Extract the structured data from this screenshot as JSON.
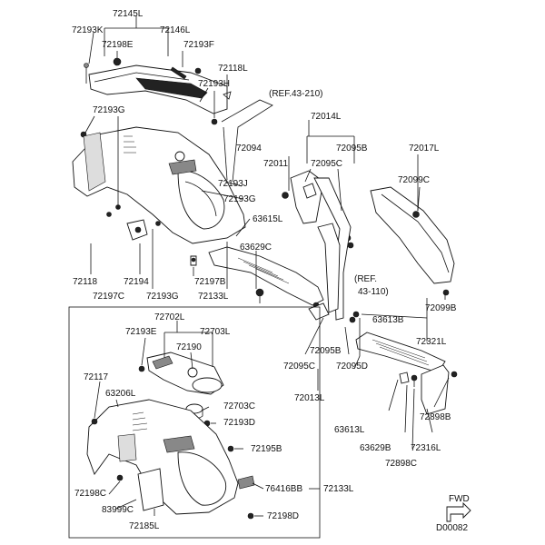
{
  "labels": {
    "p72145L": "72145L",
    "p72193K": "72193K",
    "p72146L": "72146L",
    "p72198E": "72198E",
    "p72193F": "72193F",
    "p72118L": "72118L",
    "p72193H": "72193H",
    "ref43210": "(REF.43-210)",
    "p72193G_top": "72193G",
    "p72014L": "72014L",
    "p72094": "72094",
    "p72095B_top": "72095B",
    "p72017L": "72017L",
    "p72011": "72011",
    "p72095C_top": "72095C",
    "p72099C": "72099C",
    "p72193J": "72193J",
    "p72193G_mid": "72193G",
    "p63615L": "63615L",
    "p63629C": "63629C",
    "ref43110a": "(REF.",
    "ref43110b": "43-110)",
    "p72118": "72118",
    "p72194": "72194",
    "p72197B": "72197B",
    "p72197C": "72197C",
    "p72193G_bot": "72193G",
    "p72133L_top": "72133L",
    "p72099B": "72099B",
    "p63613B": "63613B",
    "p72321L": "72321L",
    "p72095B_mid": "72095B",
    "p72095C_mid": "72095C",
    "p72095D": "72095D",
    "p72013L": "72013L",
    "p63613L": "63613L",
    "p72898B": "72898B",
    "p63629B": "63629B",
    "p72316L": "72316L",
    "p72898C": "72898C",
    "p72702L": "72702L",
    "p72193E": "72193E",
    "p72703L": "72703L",
    "p72190": "72190",
    "p72117": "72117",
    "p63206L": "63206L",
    "p72703C": "72703C",
    "p72193D": "72193D",
    "p72195B": "72195B",
    "p72198C": "72198C",
    "p76416BB": "76416BB",
    "p72133L_box": "72133L",
    "p83999C": "83999C",
    "p72185L": "72185L",
    "p72198D": "72198D",
    "fwd": "FWD",
    "drawing_no": "D00082"
  }
}
